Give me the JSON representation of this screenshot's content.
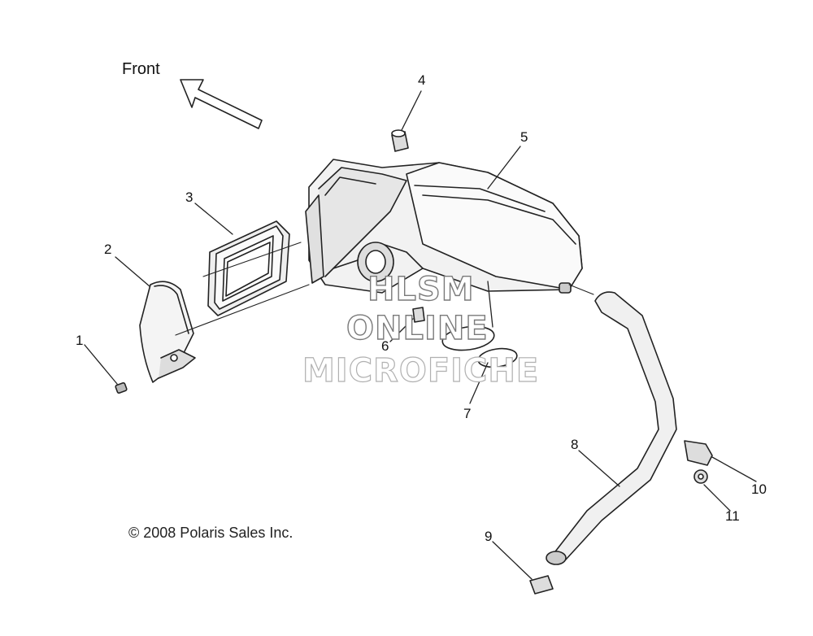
{
  "orientation": {
    "label": "Front"
  },
  "callouts": [
    "1",
    "2",
    "3",
    "4",
    "5",
    "6",
    "7",
    "8",
    "9",
    "10",
    "11"
  ],
  "watermark": {
    "line1": "HLSM",
    "line2": "ONLINE",
    "line3": "MICROFICHE"
  },
  "copyright": "© 2008 Polaris Sales Inc."
}
